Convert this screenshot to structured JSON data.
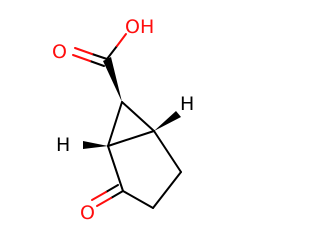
{
  "molecule": {
    "atoms": {
      "carboxyl_carbonyl_o": "O",
      "carboxyl_hydroxyl": "OH",
      "bridgehead_h_right": "H",
      "bridgehead_h_left": "H",
      "ketone_o": "O"
    },
    "colors": {
      "bond": "#000000",
      "oxygen": "#ff0d0d",
      "hydrogen": "#000000",
      "background": "#ffffff"
    }
  }
}
